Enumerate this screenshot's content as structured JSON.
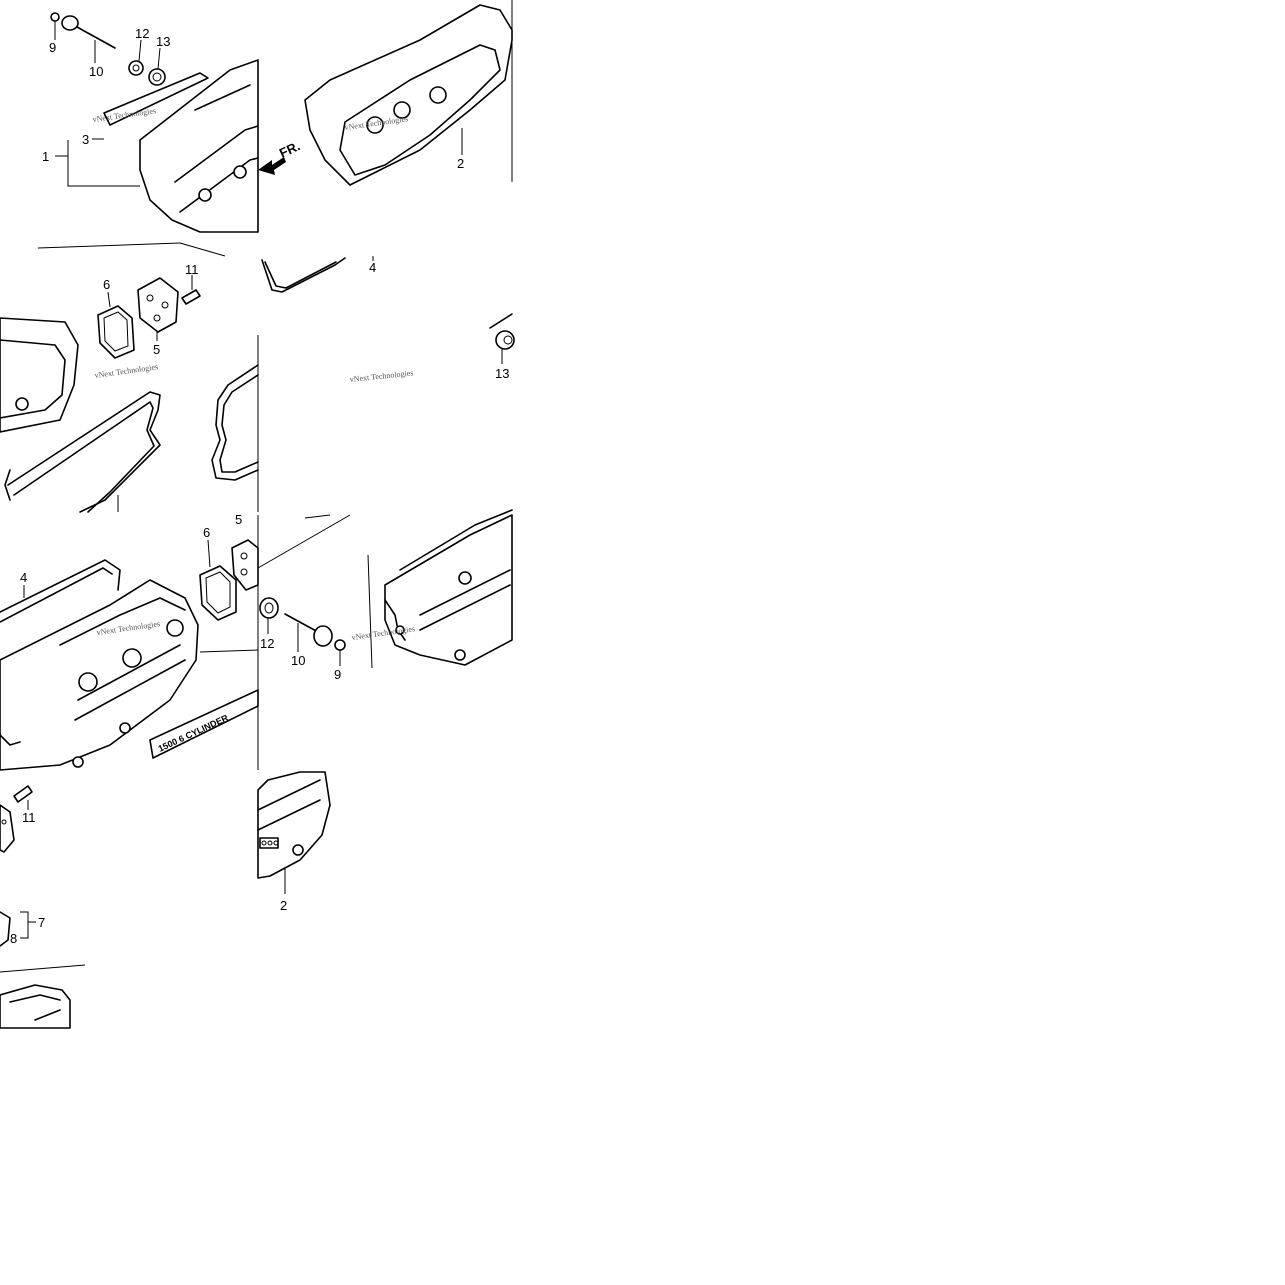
{
  "diagram": {
    "watermark_text": "vNext Technologies",
    "front_marker": "FR.",
    "emblem_text": "1500 6 CYLINDER",
    "callouts": [
      "1",
      "2",
      "3",
      "4",
      "5",
      "6",
      "7",
      "8",
      "9",
      "10",
      "11",
      "12",
      "13"
    ]
  }
}
